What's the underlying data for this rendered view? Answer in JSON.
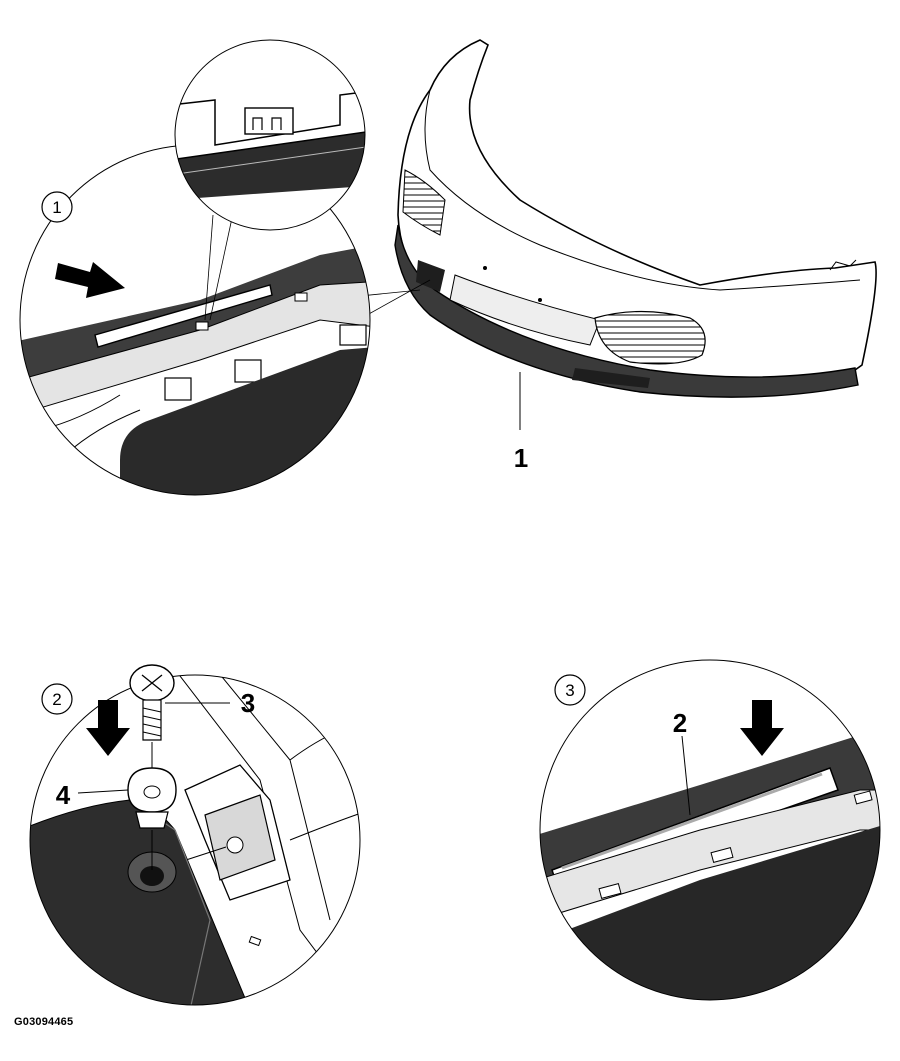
{
  "figure": {
    "code": "G03094465",
    "callouts": {
      "front_bumper": "1",
      "trim_strip": "2",
      "screw": "3",
      "washer": "4"
    },
    "steps": {
      "step1": "1",
      "step2": "2",
      "step3": "3"
    },
    "colors": {
      "line": "#000000",
      "dark_part": "#2a2a2a",
      "mid_part": "#5a5a5a",
      "light_fill": "#ffffff",
      "grey_fill": "#d8d8d8"
    },
    "icons": [
      "arrow-right-icon",
      "arrow-down-icon"
    ]
  }
}
